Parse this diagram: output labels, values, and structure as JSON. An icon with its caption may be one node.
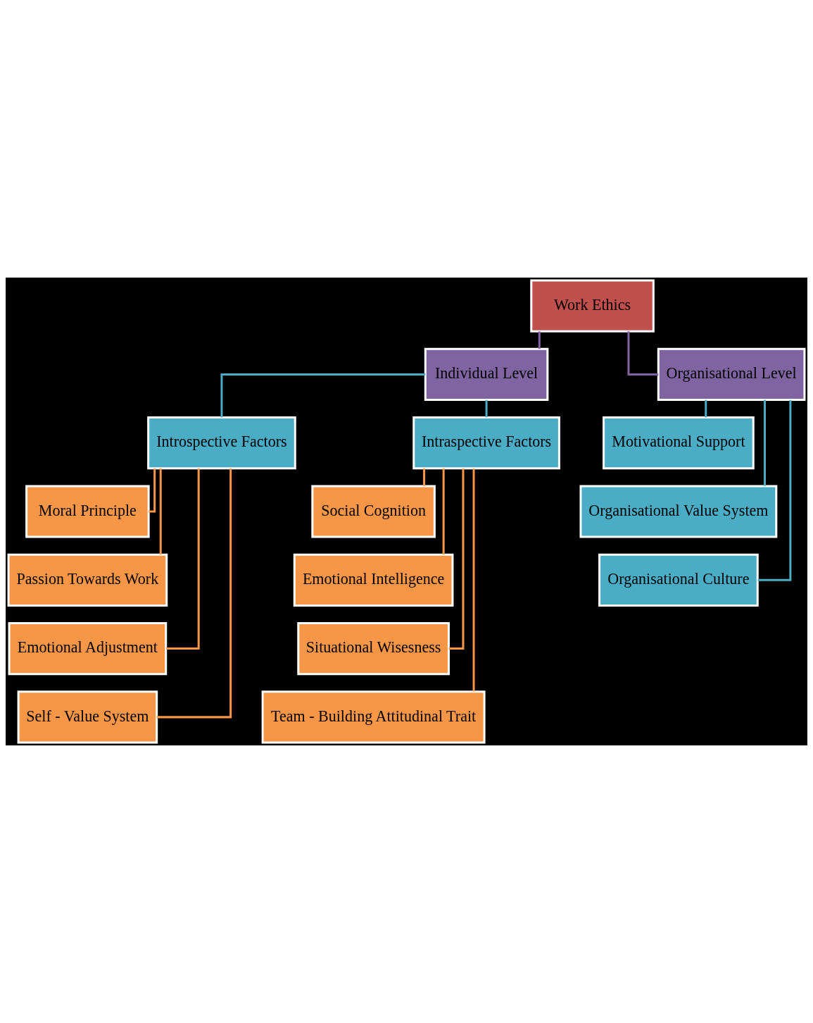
{
  "diagram": {
    "nodes": [
      {
        "text": [
          "Work Ethics"
        ]
      },
      {
        "text": [
          "Individual Level"
        ]
      },
      {
        "text": [
          "Organisational Level"
        ]
      },
      {
        "text": [
          "Introspective Factors"
        ]
      },
      {
        "text": [
          "Intraspective Factors"
        ]
      },
      {
        "text": [
          "Motivational Support"
        ]
      },
      {
        "text": [
          "Organisational Value System"
        ]
      },
      {
        "text": [
          "Organisational Culture"
        ]
      },
      {
        "text": [
          "Moral Principle"
        ]
      },
      {
        "text": [
          "Passion Towards Work"
        ]
      },
      {
        "text": [
          "Emotional Adjustment"
        ]
      },
      {
        "text": [
          "Self - Value System"
        ]
      },
      {
        "text": [
          "Social Cognition"
        ]
      },
      {
        "text": [
          "Emotional Intelligence"
        ]
      },
      {
        "text": [
          "Situational Wisesness"
        ]
      },
      {
        "text": [
          "Team - Building Attitudinal Trait"
        ]
      }
    ],
    "edges": [
      {
        "from": 0,
        "to": 1,
        "arrow": "none",
        "color": "#8064a2"
      },
      {
        "from": 0,
        "to": 2,
        "arrow": "none",
        "color": "#8064a2"
      },
      {
        "from": 1,
        "to": 3,
        "arrow": "none",
        "color": "#4bacc6"
      },
      {
        "from": 1,
        "to": 4,
        "arrow": "none",
        "color": "#4bacc6"
      },
      {
        "from": 2,
        "to": 5,
        "arrow": "none",
        "color": "#4bacc6"
      },
      {
        "from": 2,
        "to": 6,
        "arrow": "none",
        "color": "#4bacc6"
      },
      {
        "from": 2,
        "to": 7,
        "arrow": "none",
        "color": "#4bacc6"
      },
      {
        "from": 3,
        "to": 8,
        "arrow": "none"
      },
      {
        "from": 3,
        "to": 9,
        "arrow": "none"
      },
      {
        "from": 3,
        "to": 10,
        "arrow": "none"
      },
      {
        "from": 3,
        "to": 11,
        "arrow": "none"
      },
      {
        "from": 4,
        "to": 12,
        "arrow": "none"
      },
      {
        "from": 4,
        "to": 13,
        "arrow": "none"
      },
      {
        "from": 4,
        "to": 14,
        "arrow": "none"
      },
      {
        "from": 4,
        "to": 15,
        "arrow": "none"
      }
    ]
  }
}
